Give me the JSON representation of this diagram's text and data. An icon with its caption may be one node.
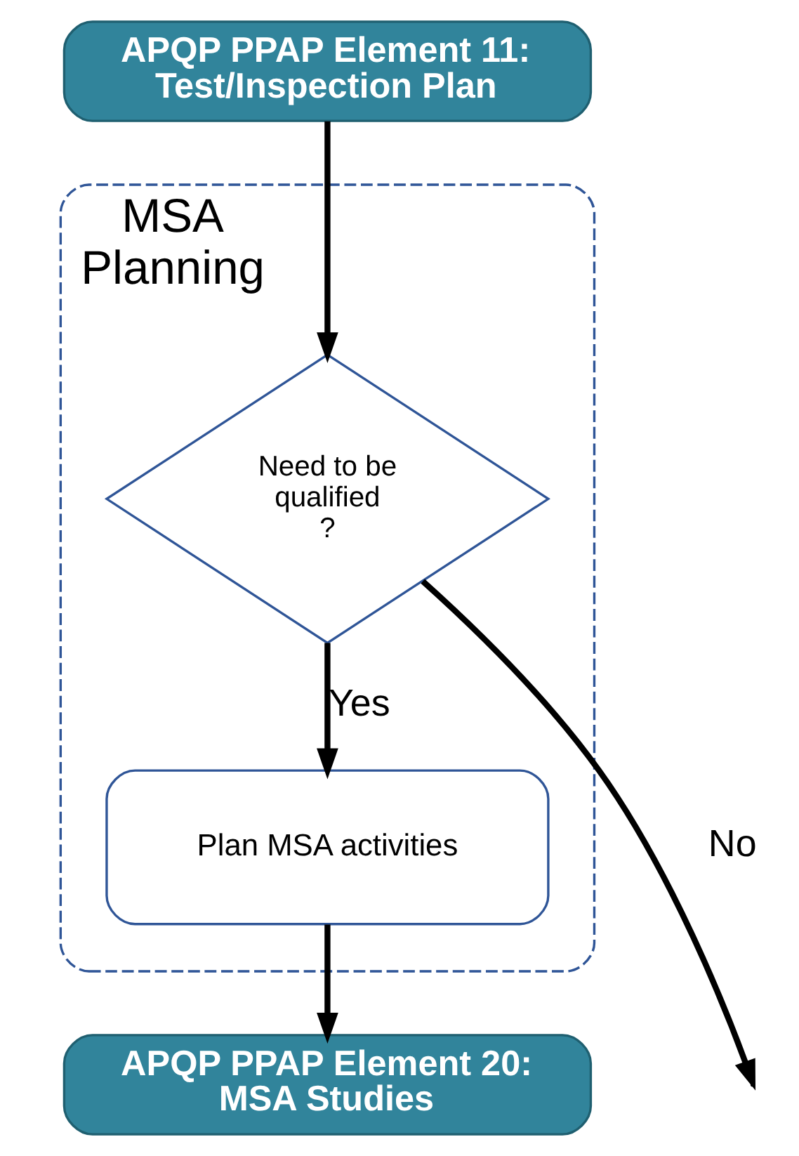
{
  "diagram": {
    "nodes": [
      {
        "text": [
          "APQP PPAP Element 11: Test/Inspection Plan"
        ]
      },
      {
        "text": [
          "MSA Planning"
        ]
      },
      {
        "text": [
          "Need to be qualified ?"
        ],
        "in": 1
      },
      {
        "text": [
          "Plan MSA activities"
        ],
        "in": 1
      },
      {
        "text": [
          "APQP PPAP Element 20: MSA Studies"
        ]
      }
    ],
    "edges": [
      {
        "from": 0,
        "to": 2,
        "arrow": "to"
      },
      {
        "from": 2,
        "to": 3,
        "arrow": "to",
        "label": "Yes"
      },
      {
        "from": 3,
        "to": 4,
        "arrow": "to"
      },
      {
        "from": 2,
        "to": null,
        "arrow": "to",
        "label": "No"
      }
    ]
  }
}
